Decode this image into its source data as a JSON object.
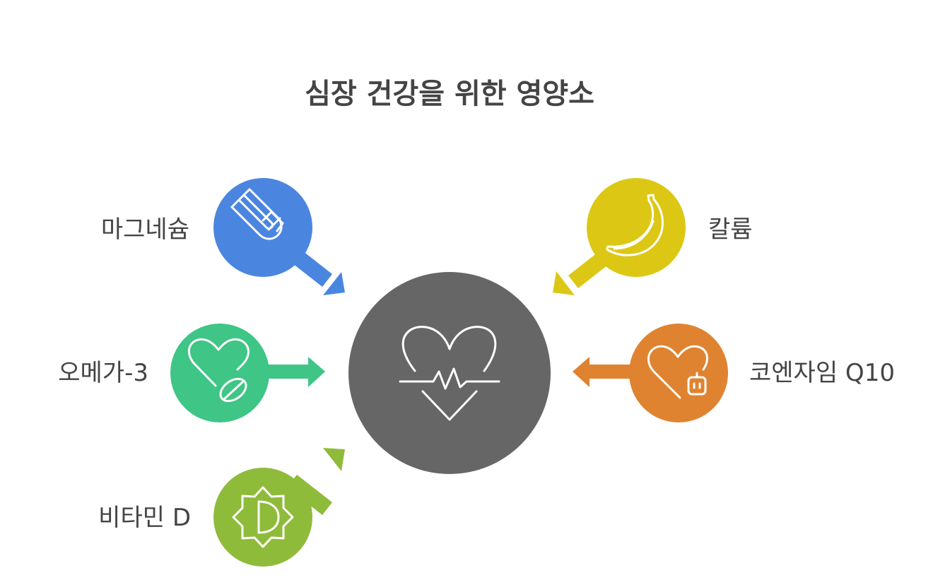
{
  "title": "심장 건강을 위한 영양소",
  "center": {
    "icon": "heart-pulse-icon",
    "color": "#666666"
  },
  "nutrients": [
    {
      "label": "마그네슘",
      "icon": "magnet-icon",
      "color": "#4a86e0"
    },
    {
      "label": "칼륨",
      "icon": "banana-icon",
      "color": "#dcc814"
    },
    {
      "label": "오메가-3",
      "icon": "heart-pill-icon",
      "color": "#3fc585"
    },
    {
      "label": "코엔자임 Q10",
      "icon": "heart-robot-icon",
      "color": "#e08330"
    },
    {
      "label": "비타민 D",
      "icon": "sun-half-icon",
      "color": "#8fbb3a"
    }
  ]
}
